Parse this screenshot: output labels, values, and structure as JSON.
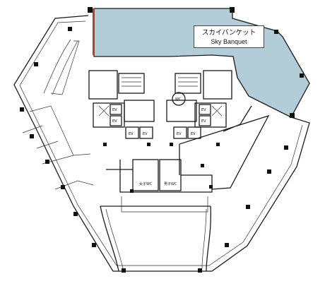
{
  "highlight_area": {
    "name_jp": "スカイバンケット",
    "name_en": "Sky Banquet",
    "fill_color": "#b3cdd8"
  },
  "rooms": {
    "elevator_label": "EV",
    "restroom_label": "WC",
    "women_restroom": "女子WC",
    "men_restroom": "男子WC"
  }
}
